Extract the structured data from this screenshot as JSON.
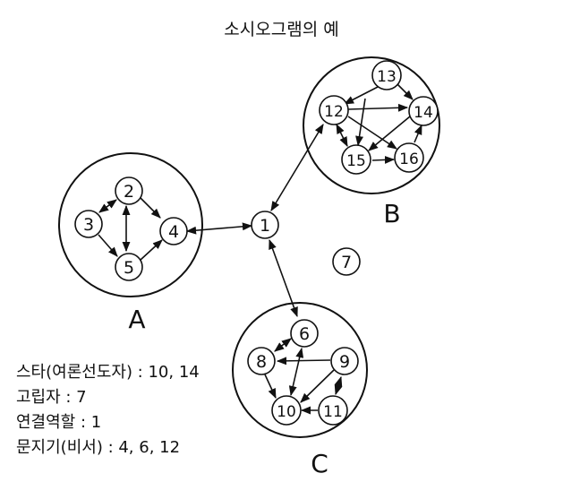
{
  "title": "소시오그램의 예",
  "groups": {
    "A": "A",
    "B": "B",
    "C": "C"
  },
  "nodes": {
    "n1": "1",
    "n2": "2",
    "n3": "3",
    "n4": "4",
    "n5": "5",
    "n6": "6",
    "n7": "7",
    "n8": "8",
    "n9": "9",
    "n10": "10",
    "n11": "11",
    "n12": "12",
    "n13": "13",
    "n14": "14",
    "n15": "15",
    "n16": "16"
  },
  "legend": {
    "star": "스타(여론선도자) : 10, 14",
    "isolate": "고립자 : 7",
    "liaison": "연결역할 : 1",
    "gatekeeper": "문지기(비서) : 4, 6, 12"
  },
  "colors": {
    "ink": "#111111",
    "background": "#ffffff"
  }
}
